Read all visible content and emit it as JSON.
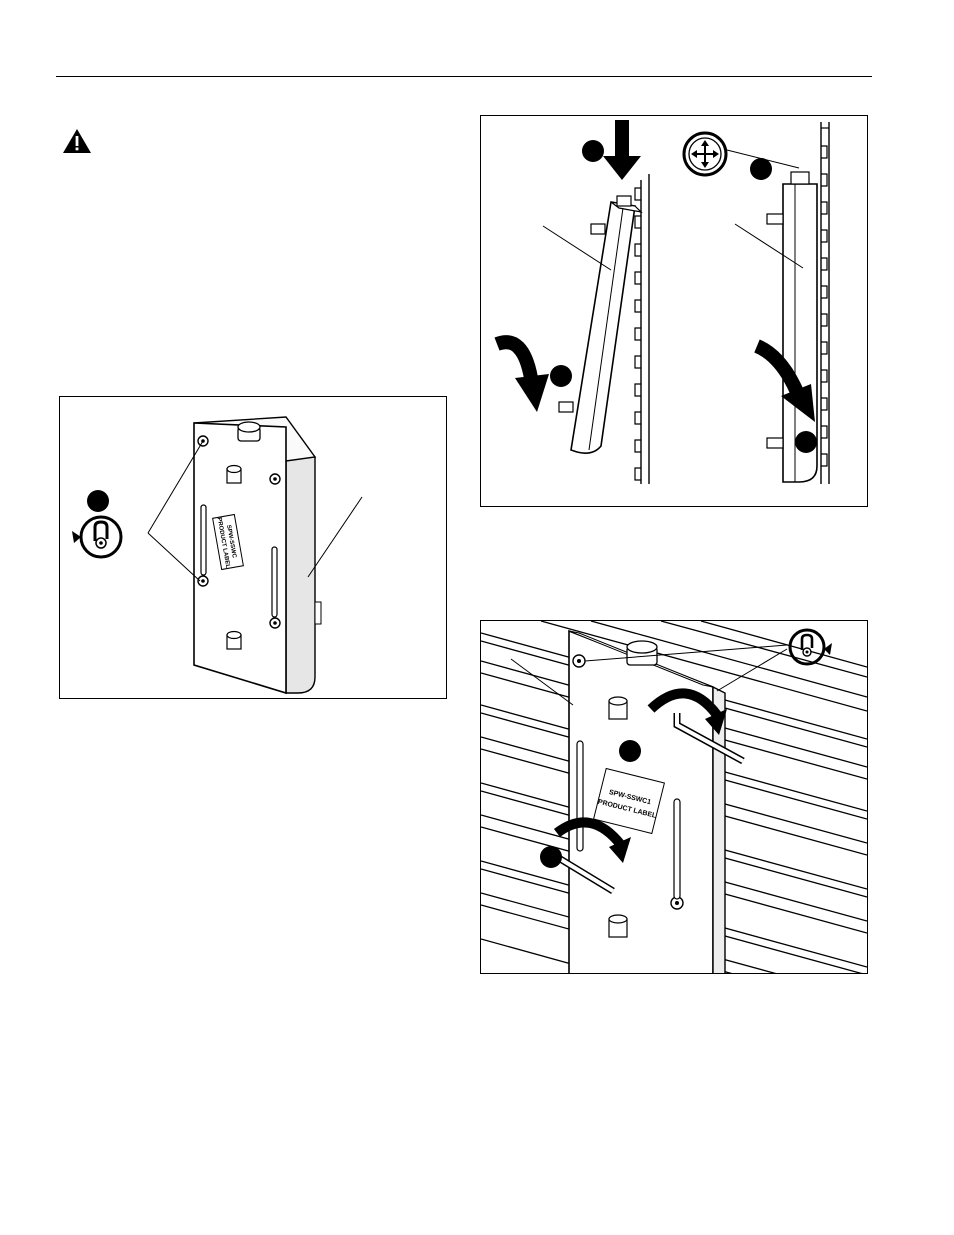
{
  "page": {
    "figures": {
      "bracket_bottom": {
        "product_label": [
          "SPW-SSWC",
          "PRODUCT LABEL"
        ],
        "icons": [
          "tighten-rotate-icon"
        ]
      },
      "wall_slide": {
        "icons": [
          "down-arrow-icon",
          "move-cross-icon",
          "curved-arrow-icon"
        ]
      },
      "wall_tighten": {
        "product_label": [
          "SPW-SSWC1",
          "PRODUCT LABEL"
        ],
        "icons": [
          "tighten-rotate-icon",
          "curved-arrow-icon",
          "hex-key-icon"
        ]
      }
    },
    "colors": {
      "ink": "#000000",
      "paper": "#ffffff",
      "bracket_fill": "#f2f2f2"
    }
  }
}
